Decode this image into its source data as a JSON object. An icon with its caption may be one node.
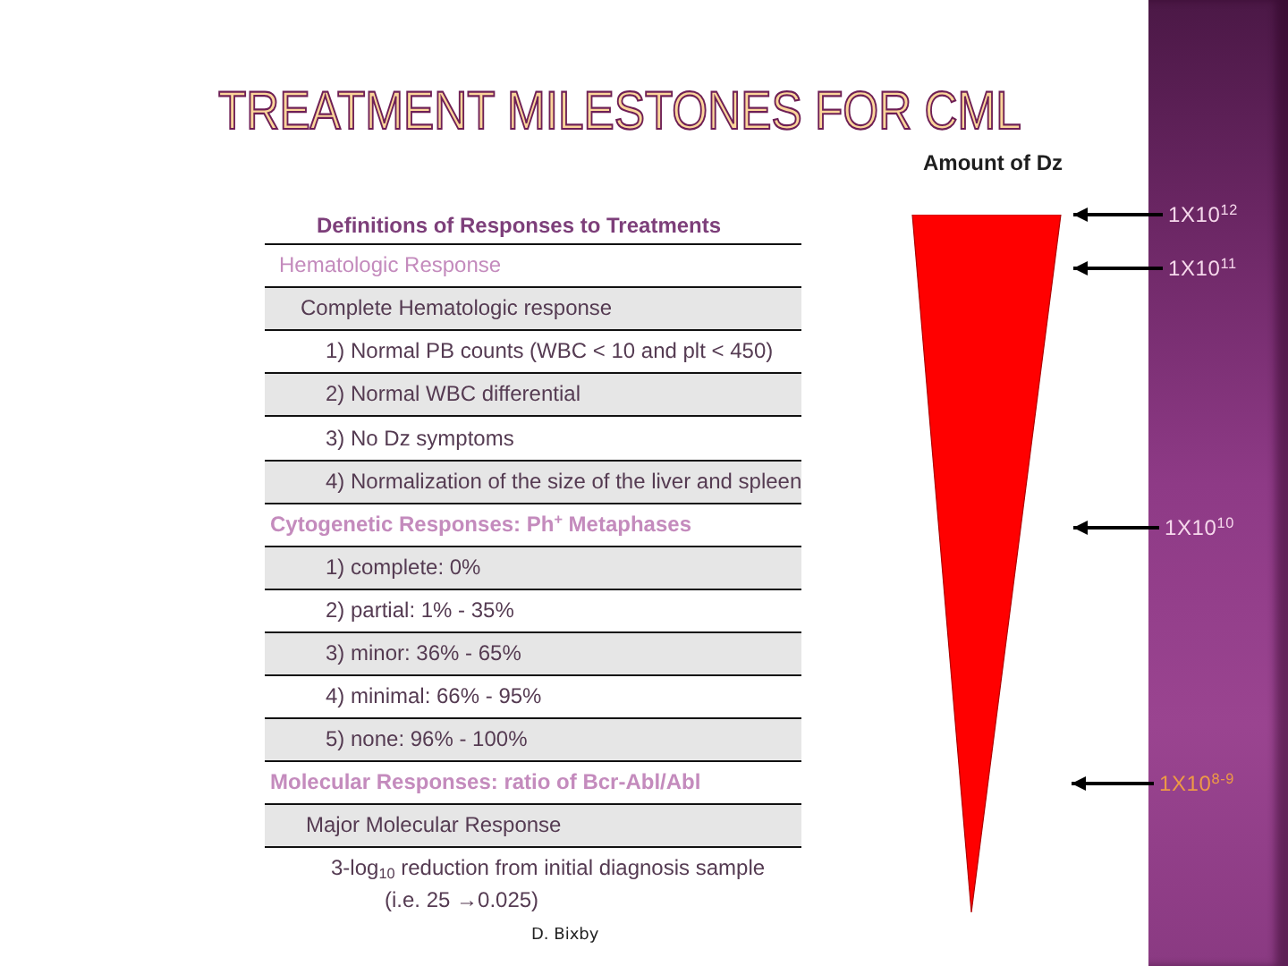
{
  "diagram": {
    "title": "TREATMENT MILESTONES FOR CML",
    "nodes": [
      {
        "text": [
          "Amount of Dz"
        ]
      },
      {
        "text": [
          "1X10$^{12}$"
        ]
      },
      {
        "text": [
          "1X10$^{11}$"
        ]
      },
      {
        "text": [
          "1X10$^{10}$"
        ]
      },
      {
        "text": [
          "1X10$^{8-9}$"
        ]
      }
    ],
    "edges": [
      {
        "from": 1,
        "to": 0,
        "arrow": "to"
      },
      {
        "from": 2,
        "to": 0,
        "arrow": "to"
      },
      {
        "from": 3,
        "to": 0,
        "arrow": "to"
      },
      {
        "from": 4,
        "to": null,
        "arrow": "to"
      }
    ],
    "labels": [
      "Definitions of Responses to Treatments",
      "Hematologic Response",
      "Complete Hematologic response",
      "1) Normal PB counts (WBC < 10 and plt < 450)",
      "2) Normal WBC differential",
      "3) No Dz symptoms",
      "4) Normalization of the size of the liver and spleen",
      "Cytogenetic Responses: Ph$^{+}$ Metaphases",
      "1) complete: 0%",
      "2) partial: 1% - 35%",
      "3) minor: 36% - 65%",
      "4) minimal: 66% - 95%",
      "5) none: 96% - 100%",
      "Molecular Responses: ratio of Bcr-Abl/Abl",
      "Major Molecular Response",
      "3-log$_{10}$ reduction from initial diagnosis sample (i.e. 25 →0.025)",
      "D. Bixby"
    ]
  }
}
